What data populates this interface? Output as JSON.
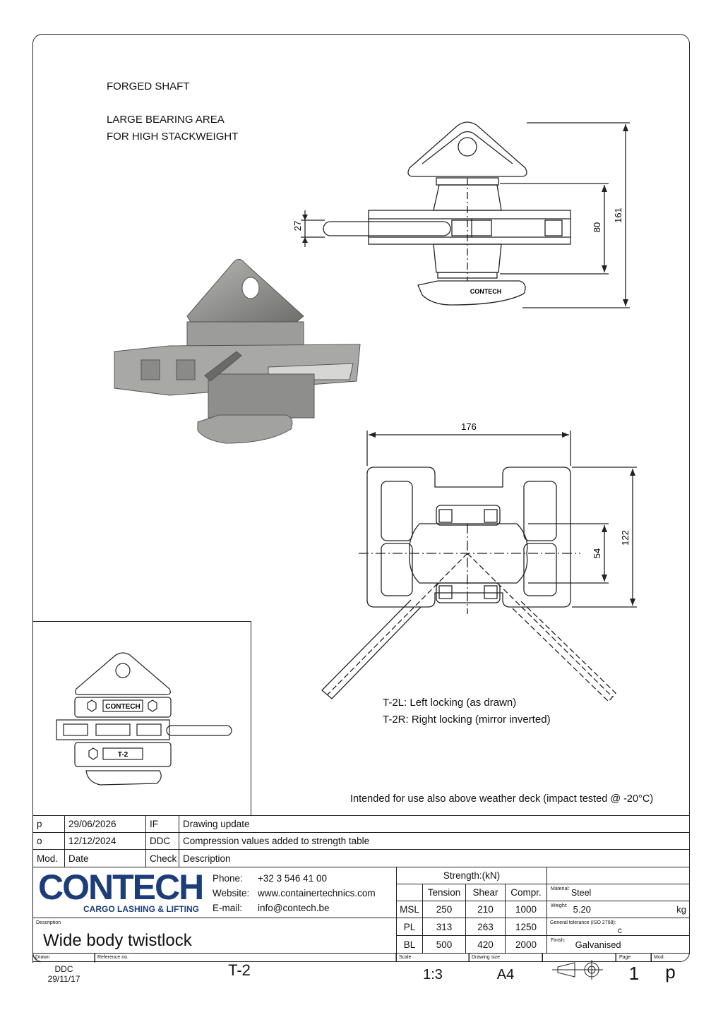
{
  "notes": {
    "line1": "FORGED SHAFT",
    "line2": "LARGE BEARING AREA",
    "line3": "FOR HIGH STACKWEIGHT",
    "locking_left": "T-2L: Left locking (as drawn)",
    "locking_right": "T-2R: Right locking (mirror inverted)",
    "weather_deck": "Intended for use also above weather deck (impact tested @ -20°C)"
  },
  "dimensions": {
    "height_total": "161",
    "height_body": "80",
    "shaft_dia": "27",
    "width_top": "176",
    "depth_top": "122",
    "center_body": "54"
  },
  "drawing_labels": {
    "brand_side": "CONTECH",
    "brand_thumb": "CONTECH",
    "model_thumb": "T-2"
  },
  "revisions": [
    {
      "mod": "p",
      "date": "29/06/2026",
      "check": "IF",
      "description": "Drawing update"
    },
    {
      "mod": "o",
      "date": "12/12/2024",
      "check": "DDC",
      "description": "Compression values added to strength table"
    }
  ],
  "revision_header": {
    "mod": "Mod.",
    "date": "Date",
    "check": "Check",
    "description": "Description"
  },
  "company": {
    "logo_text": "CONTECH",
    "tagline": "CARGO LASHING & LIFTING",
    "phone_label": "Phone:",
    "phone": "+32 3 546 41 00",
    "website_label": "Website:",
    "website": "www.containertechnics.com",
    "email_label": "E-mail:",
    "email": "info@contech.be"
  },
  "strength": {
    "title": "Strength:(kN)",
    "columns": [
      "Tension",
      "Shear",
      "Compr."
    ],
    "rows": [
      {
        "label": "MSL",
        "values": [
          "250",
          "210",
          "1000"
        ]
      },
      {
        "label": "PL",
        "values": [
          "313",
          "263",
          "1250"
        ]
      },
      {
        "label": "BL",
        "values": [
          "500",
          "420",
          "2000"
        ]
      }
    ]
  },
  "properties": {
    "material_label": "Material:",
    "material": "Steel",
    "weight_label": "Weight:",
    "weight": "5.20",
    "weight_unit": "kg",
    "tolerance_label": "General tolerance (ISO 2768):",
    "tolerance": "c",
    "finish_label": "Finish:",
    "finish": "Galvanised"
  },
  "title_block": {
    "description_label": "Description",
    "description": "Wide body twistlock",
    "drawn_label": "Drawn",
    "drawn_by": "DDC",
    "drawn_date": "29/11/17",
    "reference_label": "Reference no.",
    "reference": "T-2",
    "scale_label": "Scale",
    "scale": "1:3",
    "size_label": "Drawing size",
    "size": "A4",
    "page_label": "Page",
    "page": "1",
    "mod_label": "Mod.",
    "mod": "p"
  }
}
